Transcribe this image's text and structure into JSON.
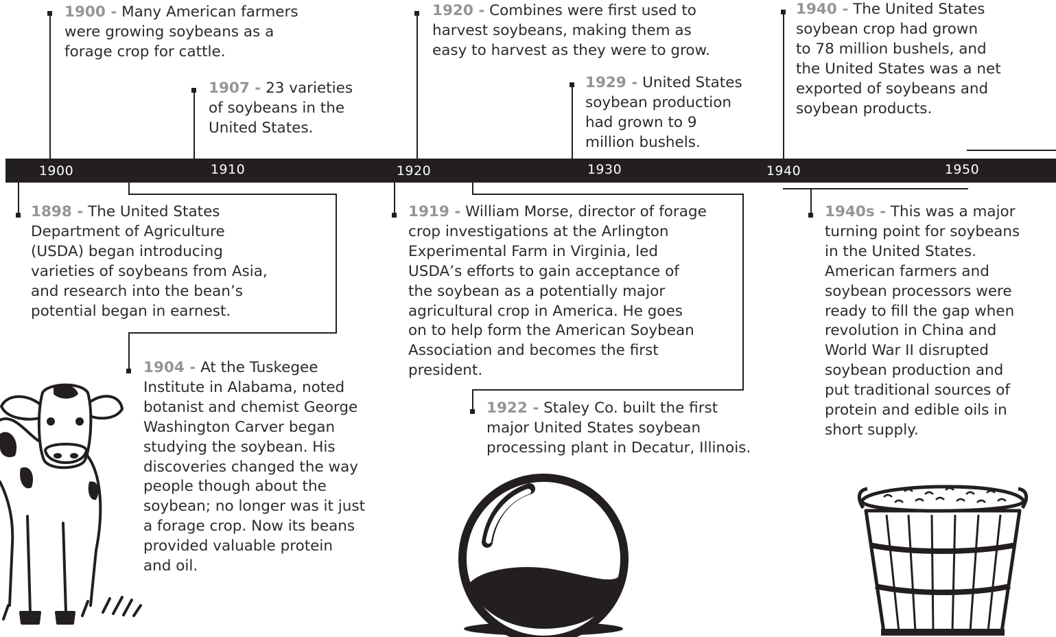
{
  "timeline": {
    "ticks": [
      "1900",
      "1910",
      "1920",
      "1930",
      "1940",
      "1950"
    ]
  },
  "events": [
    {
      "year": "1900 -",
      "lines": [
        " Many American farmers",
        "were growing soybeans as a",
        "forage crop for cattle."
      ]
    },
    {
      "year": "1907 -",
      "lines": [
        " 23 varieties",
        "of soybeans in the",
        "United States."
      ]
    },
    {
      "year": "1920 -",
      "lines": [
        " Combines were first used to",
        "harvest soybeans, making them as",
        "easy to harvest as they were to grow."
      ]
    },
    {
      "year": "1929 -",
      "lines": [
        " United States",
        "soybean production",
        "had grown to 9",
        "million bushels."
      ]
    },
    {
      "year": "1940 -",
      "lines": [
        " The United States",
        "soybean crop had grown",
        "to 78 million bushels, and",
        "the United States was a net",
        "exported of soybeans and",
        "soybean products."
      ]
    },
    {
      "year": "1898 -",
      "lines": [
        " The United States",
        "Department of Agriculture",
        "(USDA) began introducing",
        "varieties of soybeans from Asia,",
        "and research into the bean’s",
        "potential began in earnest."
      ]
    },
    {
      "year": "1919 -",
      "lines": [
        " William Morse, director of forage",
        "crop investigations at the Arlington",
        "Experimental Farm in Virginia, led",
        "USDA’s efforts to gain acceptance of",
        "the soybean as a potentially major",
        "agricultural crop in America. He goes",
        "on to help form the American Soybean",
        "Association and becomes the first",
        "president."
      ]
    },
    {
      "year": "1940s -",
      "lines": [
        " This was a major",
        "turning point for soybeans",
        "in the United States.",
        "American farmers and",
        "soybean processors were",
        "ready to fill the gap when",
        "revolution in China and",
        "World War II disrupted",
        "soybean production and",
        "put traditional sources of",
        "protein and edible oils in",
        "short supply."
      ]
    },
    {
      "year": "1904 -",
      "lines": [
        " At the Tuskegee",
        "Institute in Alabama, noted",
        "botanist and chemist George",
        "Washington Carver began",
        "studying the soybean. His",
        "discoveries changed the way",
        "people though about the",
        "soybean; no longer was it just",
        "a forage crop. Now its beans",
        "provided valuable protein",
        "and oil."
      ]
    },
    {
      "year": "1922 -",
      "lines": [
        " Staley Co. built the first",
        "major United States soybean",
        "processing plant in Decatur, Illinois."
      ]
    }
  ],
  "illustrations": {
    "cow": "cow-illustration",
    "bubble": "glass-sphere-illustration",
    "basket": "bushel-basket-illustration"
  },
  "colors": {
    "bar": "#231f20",
    "year_accent": "#939598",
    "text": "#2b2b2b"
  }
}
